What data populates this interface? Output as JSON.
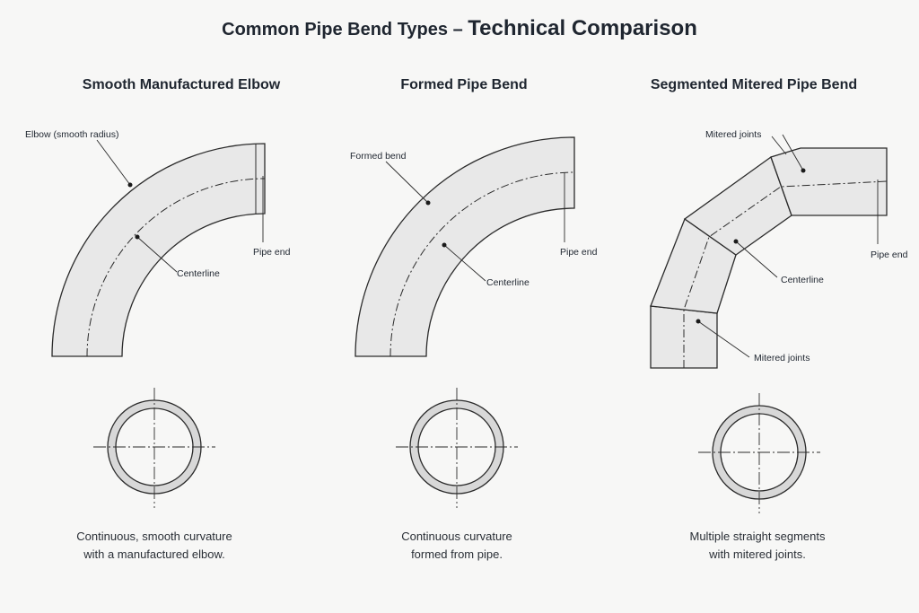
{
  "title": {
    "part1": "Common Pipe Bend Types – ",
    "part2": "Technical Comparison"
  },
  "columns": [
    {
      "heading": "Smooth Manufactured Elbow",
      "labels": {
        "main": "Elbow (smooth radius)",
        "centerline": "Centerline",
        "pipe_end": "Pipe end"
      },
      "caption": [
        "Continuous, smooth curvature",
        "with a manufactured elbow."
      ]
    },
    {
      "heading": "Formed Pipe Bend",
      "labels": {
        "main": "Formed bend",
        "centerline": "Centerline",
        "pipe_end": "Pipe end"
      },
      "caption": [
        "Continuous curvature",
        "formed from pipe."
      ]
    },
    {
      "heading": "Segmented Mitered Pipe Bend",
      "labels": {
        "joints_top": "Mitered joints",
        "centerline": "Centerline",
        "pipe_end": "Pipe end",
        "joints_bottom": "Mitered joints"
      },
      "caption": [
        "Multiple straight segments",
        "with mitered joints."
      ]
    }
  ]
}
